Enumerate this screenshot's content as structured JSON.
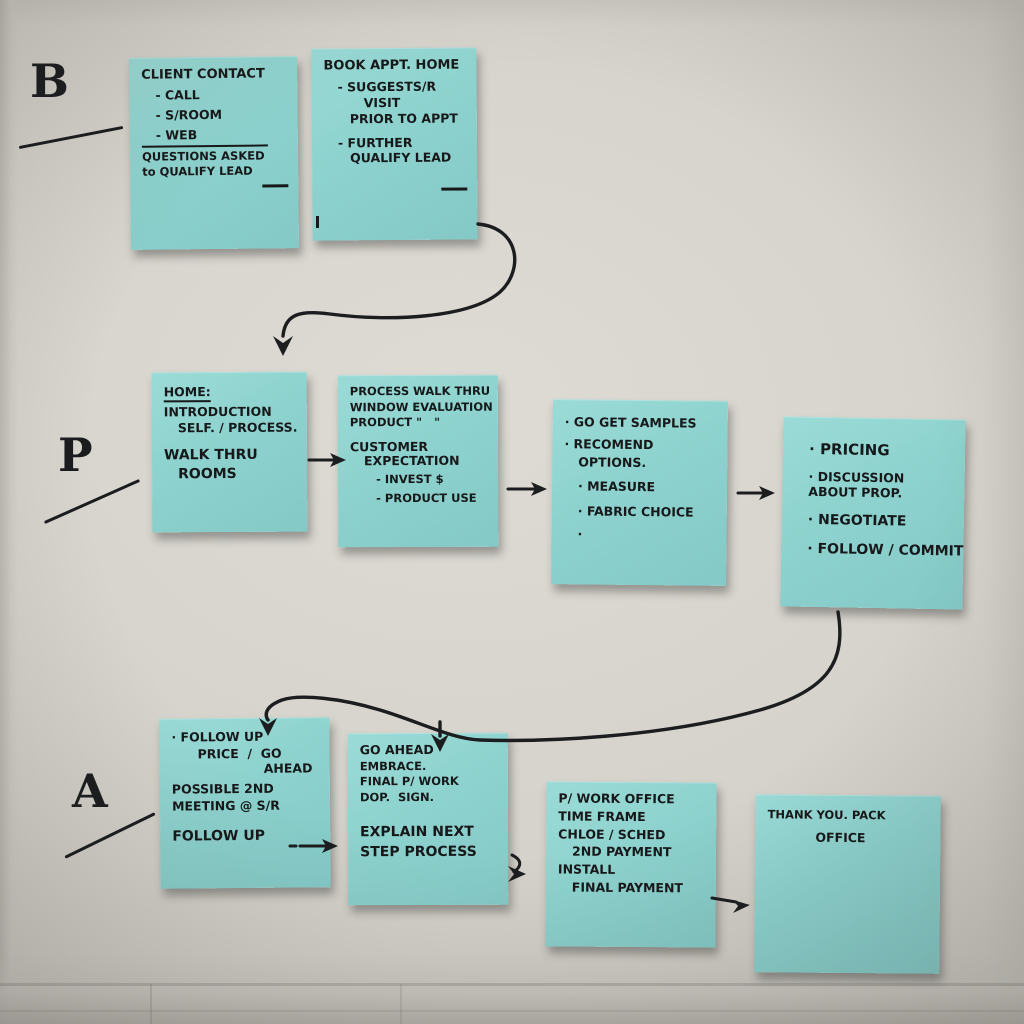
{
  "board": {
    "title": "Handwritten sticky-note sales process flowchart",
    "background_color": "#d6d3cd",
    "note_color": "#8dd2ce",
    "ink_color": "#1c1d1f"
  },
  "markers": [
    {
      "label": "B",
      "meaning": "booking-stage-marker"
    },
    {
      "label": "P",
      "meaning": "presentation-stage-marker"
    },
    {
      "label": "A",
      "meaning": "agreement-stage-marker"
    }
  ],
  "notes": [
    {
      "id": "client-contact",
      "row": 1,
      "title": "CLIENT CONTACT",
      "lines": [
        "- CALL",
        "- S/ROOM",
        "- WEB"
      ],
      "footer": [
        "QUESTIONS ASKED",
        "to QUALIFY LEAD"
      ]
    },
    {
      "id": "book-appt-home",
      "row": 1,
      "title": "BOOK APPT. HOME",
      "lines": [
        "- SUGGESTS/R",
        "VISIT",
        "PRIOR TO APPT",
        "- FURTHER",
        "QUALIFY LEAD"
      ]
    },
    {
      "id": "home-introduction",
      "row": 2,
      "title": "HOME:",
      "lines": [
        "INTRODUCTION",
        "SELF. / PROCESS.",
        "WALK THRU",
        "ROOMS"
      ]
    },
    {
      "id": "process-walk-thru",
      "row": 2,
      "title": "PROCESS WALK THRU",
      "lines": [
        "WINDOW EVALUATION",
        "PRODUCT \"   \"",
        "CUSTOMER",
        "EXPECTATION",
        "- INVEST $",
        "- PRODUCT USE"
      ]
    },
    {
      "id": "samples-measure",
      "row": 2,
      "title": "",
      "lines": [
        "· GO GET SAMPLES",
        "· RECOMEND",
        "OPTIONS.",
        "· MEASURE",
        "· FABRIC CHOICE",
        "·"
      ]
    },
    {
      "id": "pricing-negotiate",
      "row": 2,
      "title": "",
      "lines": [
        "· PRICING",
        "· DISCUSSION",
        "ABOUT PROP.",
        "· NEGOTIATE",
        "· FOLLOW / COMMIT"
      ]
    },
    {
      "id": "follow-up-price",
      "row": 3,
      "title": "",
      "lines": [
        "· FOLLOW UP",
        "PRICE  /  GO",
        "AHEAD",
        "POSSIBLE 2ND",
        "MEETING @ S/R",
        "FOLLOW UP"
      ]
    },
    {
      "id": "go-ahead",
      "row": 3,
      "title": "GO AHEAD",
      "lines": [
        "EMBRACE.",
        "FINAL P/ WORK",
        "DOP.  SIGN.",
        "EXPLAIN NEXT",
        "STEP PROCESS"
      ]
    },
    {
      "id": "paperwork-office",
      "row": 3,
      "title": "P/ WORK OFFICE",
      "lines": [
        "TIME FRAME",
        "CHLOE / SCHED",
        "2ND PAYMENT",
        "INSTALL",
        "FINAL PAYMENT"
      ]
    },
    {
      "id": "thank-you-pack",
      "row": 3,
      "title": "THANK YOU. PACK",
      "lines": [
        "OFFICE"
      ]
    }
  ]
}
